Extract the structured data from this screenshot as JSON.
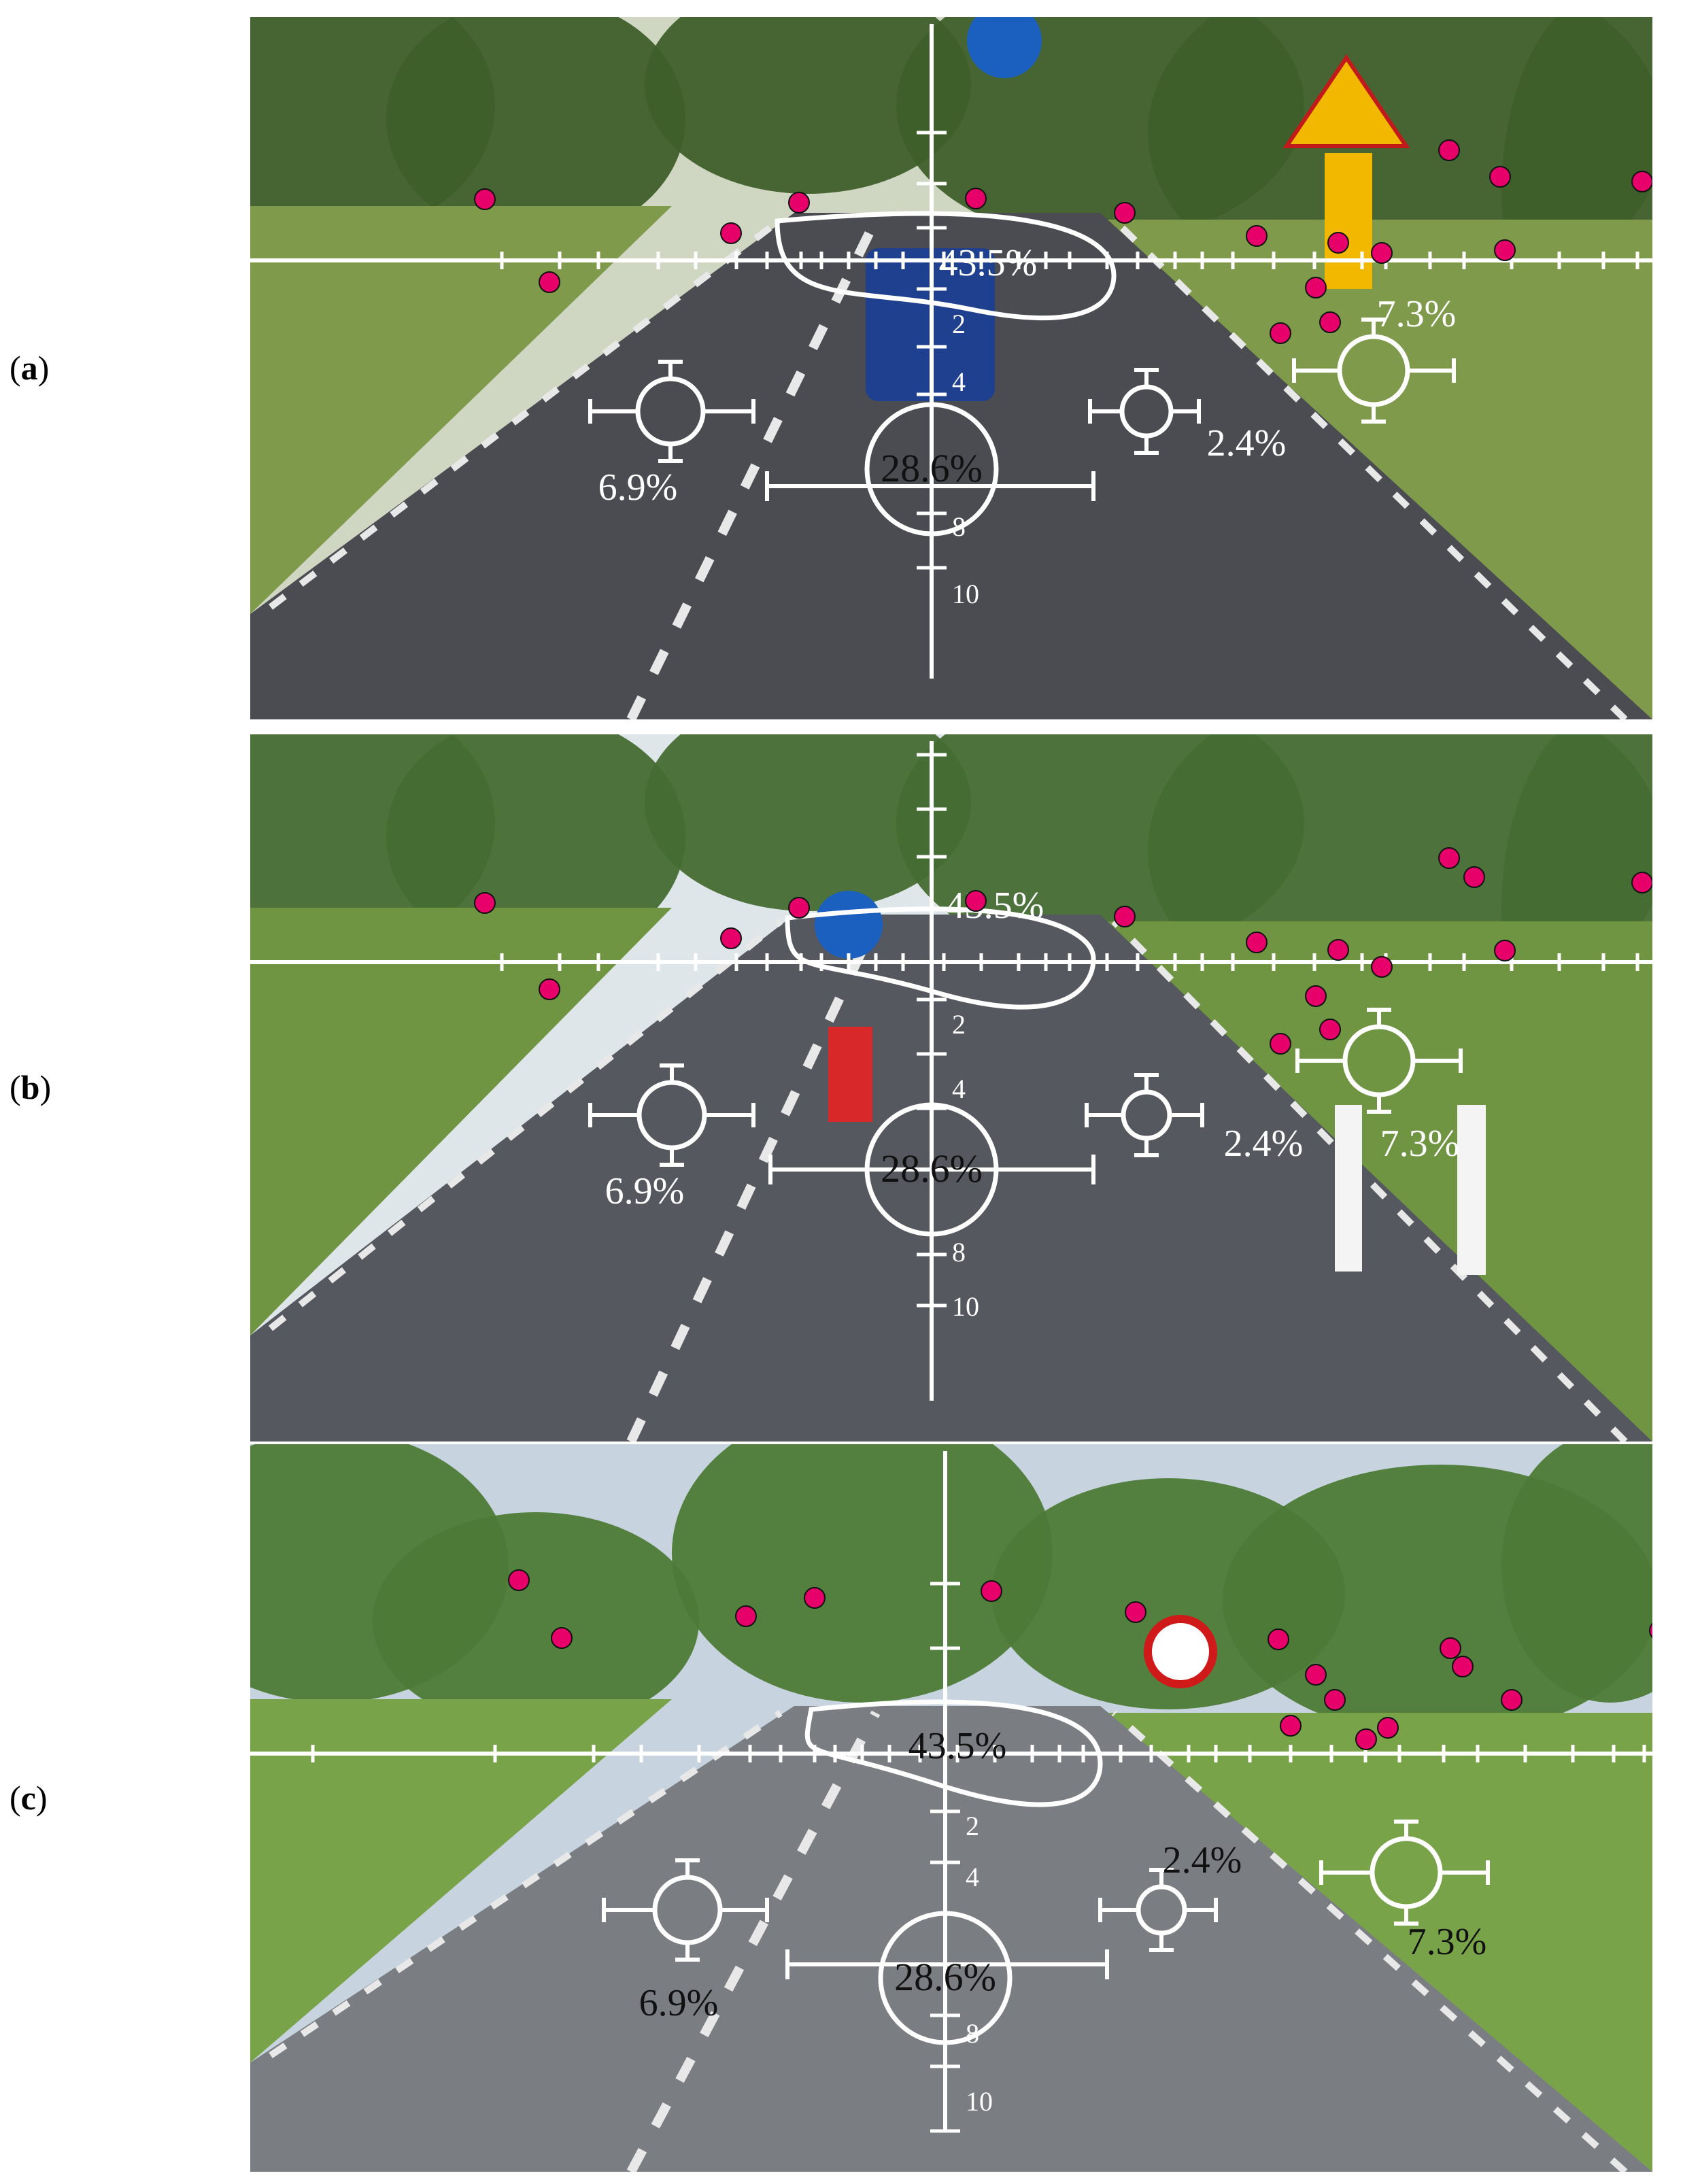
{
  "panels": [
    {
      "label": "a",
      "scale_labels": [
        "2",
        "4",
        "8",
        "10"
      ],
      "zone_percentages": {
        "top_oval": "43.5%",
        "center": "28.6%",
        "left": "6.9%",
        "right_small": "2.4%",
        "right": "7.3%"
      },
      "percentage_color": "#ffffff",
      "colors": {
        "sky": "#cfd6c2",
        "trees": "#3f5f2a",
        "road": "#4a4c52",
        "grass": "#7f9a4a"
      }
    },
    {
      "label": "b",
      "scale_labels": [
        "2",
        "4",
        "8",
        "10"
      ],
      "zone_percentages": {
        "top_oval": "43.5%",
        "center": "28.6%",
        "left": "6.9%",
        "right_small": "2.4%",
        "right": "7.3%"
      },
      "percentage_color": "#ffffff",
      "colors": {
        "sky": "#dfe6ea",
        "trees": "#456b32",
        "road": "#55585e",
        "grass": "#6f9442"
      }
    },
    {
      "label": "c",
      "scale_labels": [
        "2",
        "4",
        "8",
        "10"
      ],
      "zone_percentages": {
        "top_oval": "43.5%",
        "center": "28.6%",
        "left": "6.9%",
        "right_small": "2.4%",
        "right": "7.3%"
      },
      "percentage_color": "#111111",
      "colors": {
        "sky": "#c7d3de",
        "trees": "#4d7a36",
        "road": "#7a7d82",
        "grass": "#79a349"
      }
    }
  ],
  "fixation_point_color": "#e8006a",
  "overlay_color": "#ffffff"
}
